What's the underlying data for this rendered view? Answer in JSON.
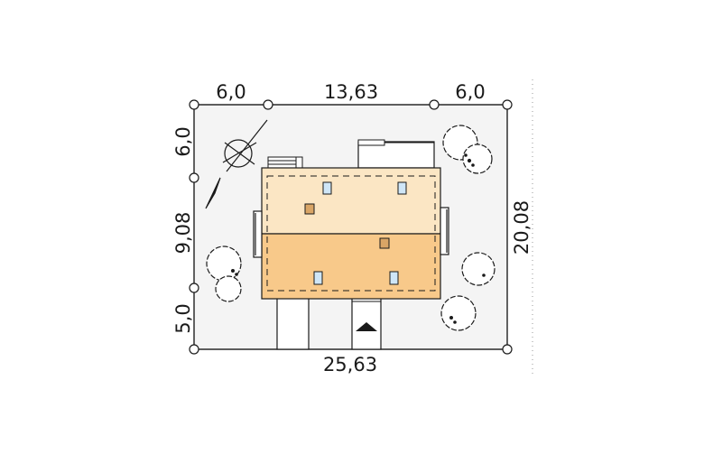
{
  "dimensions": {
    "top_left": "6,0",
    "top_middle": "13,63",
    "top_right": "6,0",
    "bottom": "25,63",
    "left_top": "6,0",
    "left_middle": "9,08",
    "left_bottom": "5,0",
    "right": "20,08"
  },
  "colors": {
    "plot": "#f4f4f4",
    "roof_north": "#fbe6c4",
    "roof_south": "#f8c98a",
    "skylight": "#cfe6f7",
    "chimney": "#d9a566",
    "lines": "#1a1a1a"
  },
  "icons": [
    "north-arrow-icon",
    "tree-icon",
    "entrance-arrow-icon"
  ]
}
